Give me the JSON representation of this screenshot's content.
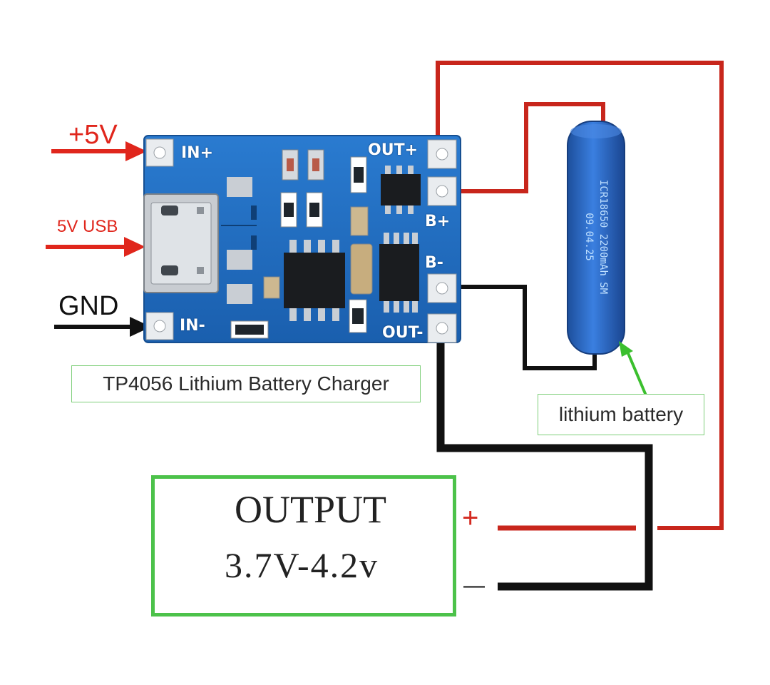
{
  "inputs": {
    "plus5v": "+5V",
    "usb": "5V USB",
    "gnd": "GND"
  },
  "board": {
    "in_plus": "IN+",
    "in_minus": "IN-",
    "out_plus": "OUT+",
    "b_plus": "B+",
    "b_minus": "B-",
    "out_minus": "OUT-"
  },
  "board_caption": "TP4056 Lithium Battery Charger",
  "battery": {
    "print_line1": "ICR18650  2200mAh SM",
    "print_line2": "09.04.25",
    "caption": "lithium battery"
  },
  "output": {
    "title": "OUTPUT",
    "range": "3.7V-4.2v",
    "plus": "+",
    "minus": "—"
  },
  "colors": {
    "wire_positive": "#d42a20",
    "wire_negative": "#111111",
    "pcb": "#1f6cc0",
    "battery": "#2a67c8",
    "frame": "#4cc24a",
    "arrow_green": "#3bbf2e"
  }
}
